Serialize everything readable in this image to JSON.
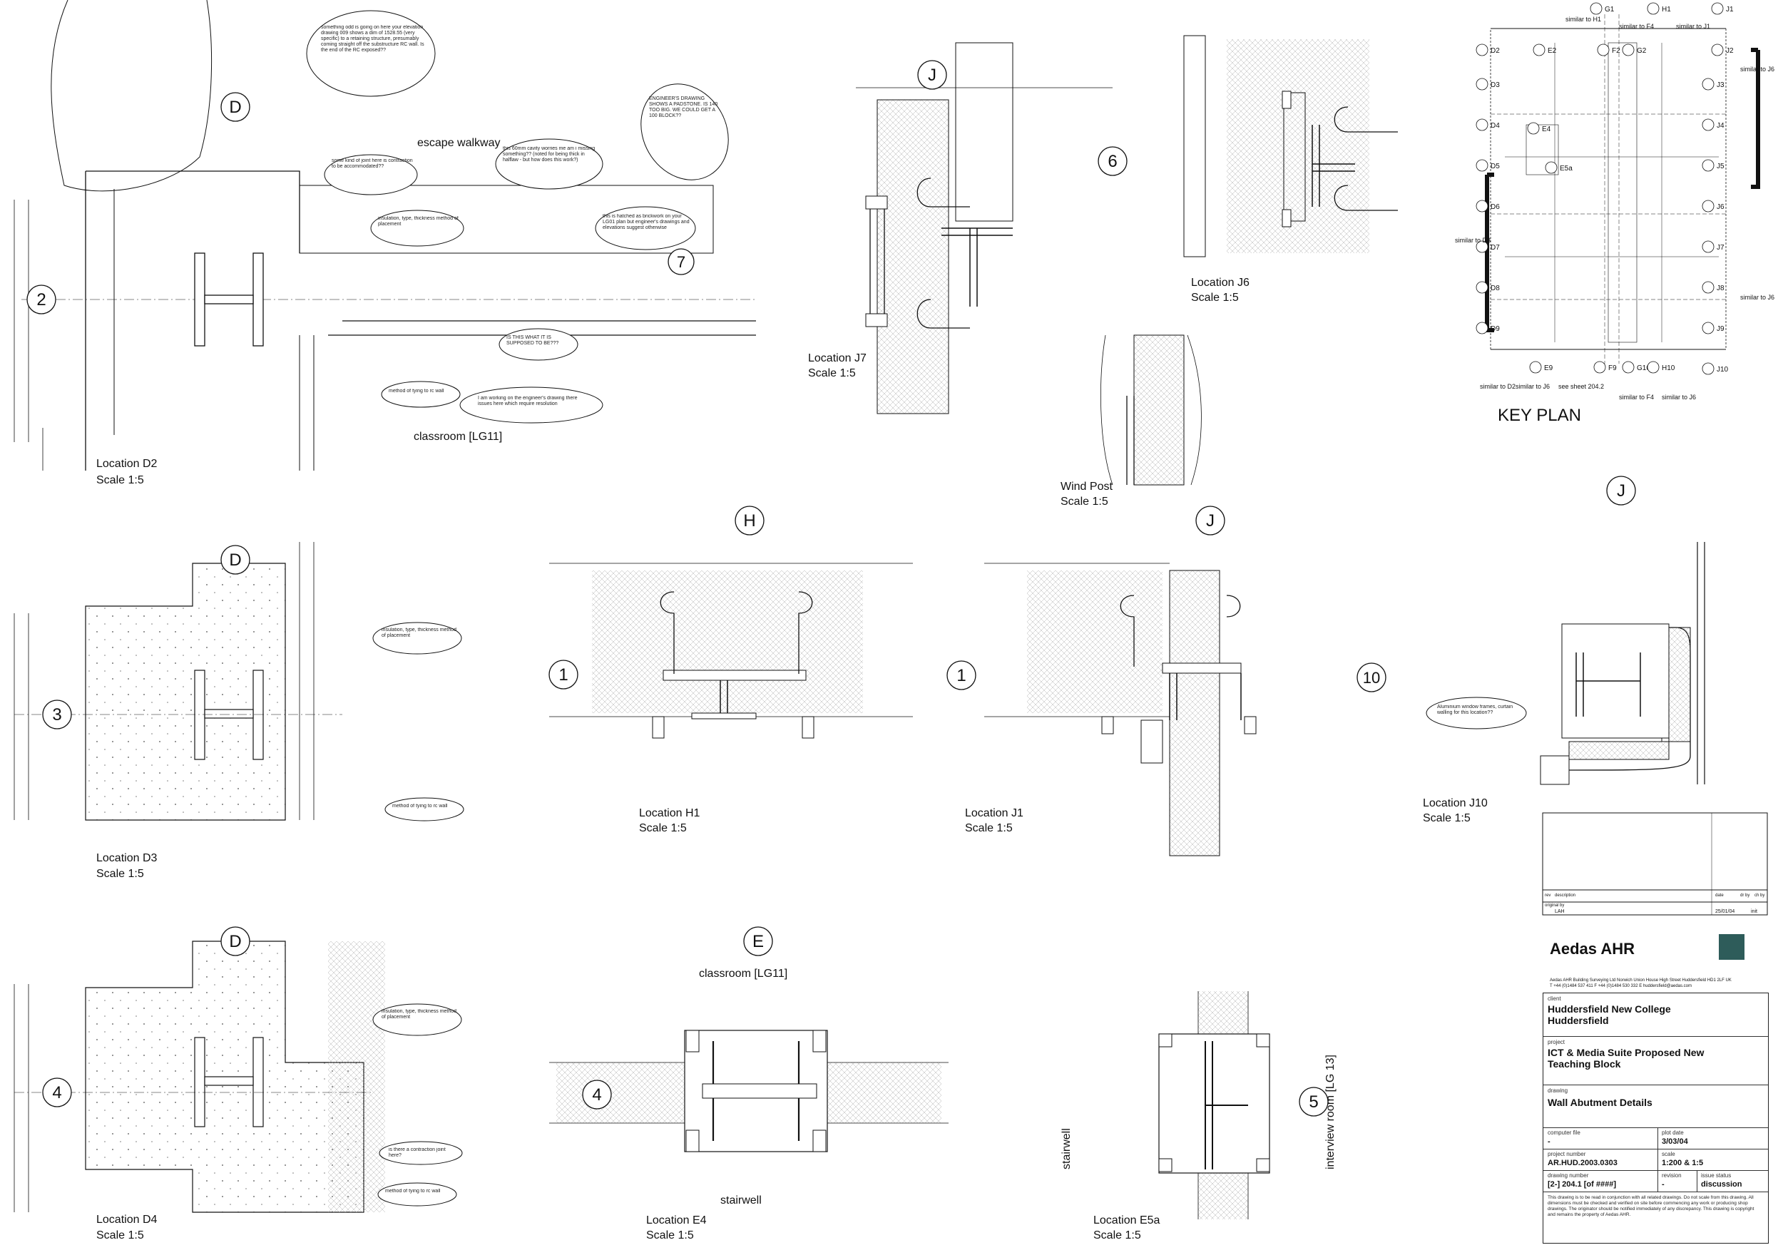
{
  "locations": [
    {
      "id": "D2",
      "title": "Location D2",
      "scale": "Scale 1:5"
    },
    {
      "id": "J7",
      "title": "Location J7",
      "scale": "Scale 1:5"
    },
    {
      "id": "J6",
      "title": "Location J6",
      "scale": "Scale 1:5"
    },
    {
      "id": "WP",
      "title": "Wind Post",
      "scale": "Scale 1:5"
    },
    {
      "id": "D3",
      "title": "Location D3",
      "scale": "Scale 1:5"
    },
    {
      "id": "H1",
      "title": "Location H1",
      "scale": "Scale 1:5"
    },
    {
      "id": "J1",
      "title": "Location J1",
      "scale": "Scale 1:5"
    },
    {
      "id": "J10",
      "title": "Location J10",
      "scale": "Scale 1:5"
    },
    {
      "id": "D4",
      "title": "Location D4",
      "scale": "Scale 1:5"
    },
    {
      "id": "E4",
      "title": "Location E4",
      "scale": "Scale 1:5"
    },
    {
      "id": "E5a",
      "title": "Location E5a",
      "scale": "Scale 1:5"
    }
  ],
  "grid_bubbles": [
    "D",
    "2",
    "J",
    "6",
    "7",
    "D",
    "3",
    "H",
    "1",
    "J",
    "1",
    "10",
    "J",
    "D",
    "4",
    "E",
    "4",
    "5"
  ],
  "room_labels": {
    "escape_walkway": "escape walkway",
    "classroom_top": "classroom [LG11]",
    "classroom_e4": "classroom [LG11]",
    "stairwell_e4": "stairwell",
    "stairwell_e5a": "stairwell",
    "interview_room": "interview room [LG 13]"
  },
  "cloud_notes": {
    "c1": "something odd is going on here your elevation drawing 009 shows a dim of 1528.55 (very specific) to a retaining structure, presumably coming straight off the substructure RC wall. Is the end of the RC exposed??",
    "c2": "some kind of joint here is contraction to be accommodated??",
    "c3": "this 60mm cavity worries me am i missing something?? (noted for being thick in halflaw - but how does this work?)",
    "c4": "this is hatched as brickwork on your LG01 plan but engineer's drawings and elevations suggest otherwise",
    "c5": "insulation, type, thickness method of placement",
    "c6": "IS THIS WHAT IT IS SUPPOSED TO BE???",
    "c7": "method of tying to rc wall",
    "c8": "I am working on the engineer's drawing there issues here which require resolution",
    "c9": "ENGINEER'S DRAWING SHOWS A PADSTONE. IS 140 TOO BIG. WE COULD GET A 100 BLOCK??",
    "c10": "insulation, type, thickness method of placement",
    "c11": "method of tying to rc wall",
    "c12": "insulation, type, thickness method of placement",
    "c13": "is there a contraction joint here?",
    "c14": "method of tying to rc wall",
    "c15": "Aluminium window frames, curtain walling for this location??"
  },
  "key_plan": {
    "title": "KEY PLAN",
    "top_labels": [
      "G1",
      "H1",
      "J1"
    ],
    "row2": [
      "D2",
      "E2",
      "F2",
      "G2",
      "J2"
    ],
    "left_labels": [
      "D3",
      "D4",
      "D5",
      "D6",
      "D7",
      "D8",
      "D9"
    ],
    "right_labels": [
      "J3",
      "J4",
      "J5",
      "J6",
      "J7",
      "J8",
      "J9",
      "J10"
    ],
    "bottom_labels": [
      "E9",
      "F9",
      "G10",
      "H10"
    ],
    "other": [
      "E4",
      "E5a"
    ],
    "notes": [
      "similar to H1",
      "similar to F4",
      "similar to J1",
      "similar to J6",
      "similar to D3",
      "similar to J6",
      "similar to D2",
      "similar to J6",
      "see sheet 204.2",
      "similar to F4",
      "similar to J6"
    ]
  },
  "title_block": {
    "company": "Aedas AHR",
    "address": "Aedas AHR Building Surveying Ltd Norwich Union House High Street Huddersfield HD1 2LF UK",
    "contact": "T +44 (0)1484 537 411  F +44 (0)1484 530 332  E huddersfield@aedas.com",
    "client_label": "client",
    "client": "Huddersfield New College Huddersfield",
    "project_label": "project",
    "project": "ICT & Media Suite Proposed New Teaching Block",
    "drawing_label": "drawing",
    "drawing": "Wall Abutment Details",
    "computer_file_label": "computer file",
    "computer_file": "-",
    "plot_date_label": "plot date",
    "plot_date": "3/03/04",
    "project_number_label": "project number",
    "project_number": "AR.HUD.2003.0303",
    "scale_label": "scale",
    "scale": "1:200 & 1:5",
    "drawing_number_label": "drawing number",
    "drawing_number": "[2-] 204.1 [of ####]",
    "revision_label": "revision",
    "revision": "-",
    "issue_status_label": "issue status",
    "issue_status": "discussion",
    "rev_headers": [
      "rev",
      "description",
      "date",
      "dr by",
      "ch by"
    ],
    "originator_label": "original by",
    "originator": "LAH",
    "orig_date": "25/01/04",
    "init": "init",
    "disclaimer": "This drawing is to be read in conjunction with all related drawings. Do not scale from this drawing. All dimensions must be checked and verified on site before commencing any work or producing shop drawings. The originator should be notified immediately of any discrepancy. This drawing is copyright and remains the property of Aedas AHR.",
    "accent": "#2e5c5a"
  },
  "colors": {
    "ink": "#111111",
    "hatch": "#9a9a9a",
    "paper": "#ffffff"
  }
}
